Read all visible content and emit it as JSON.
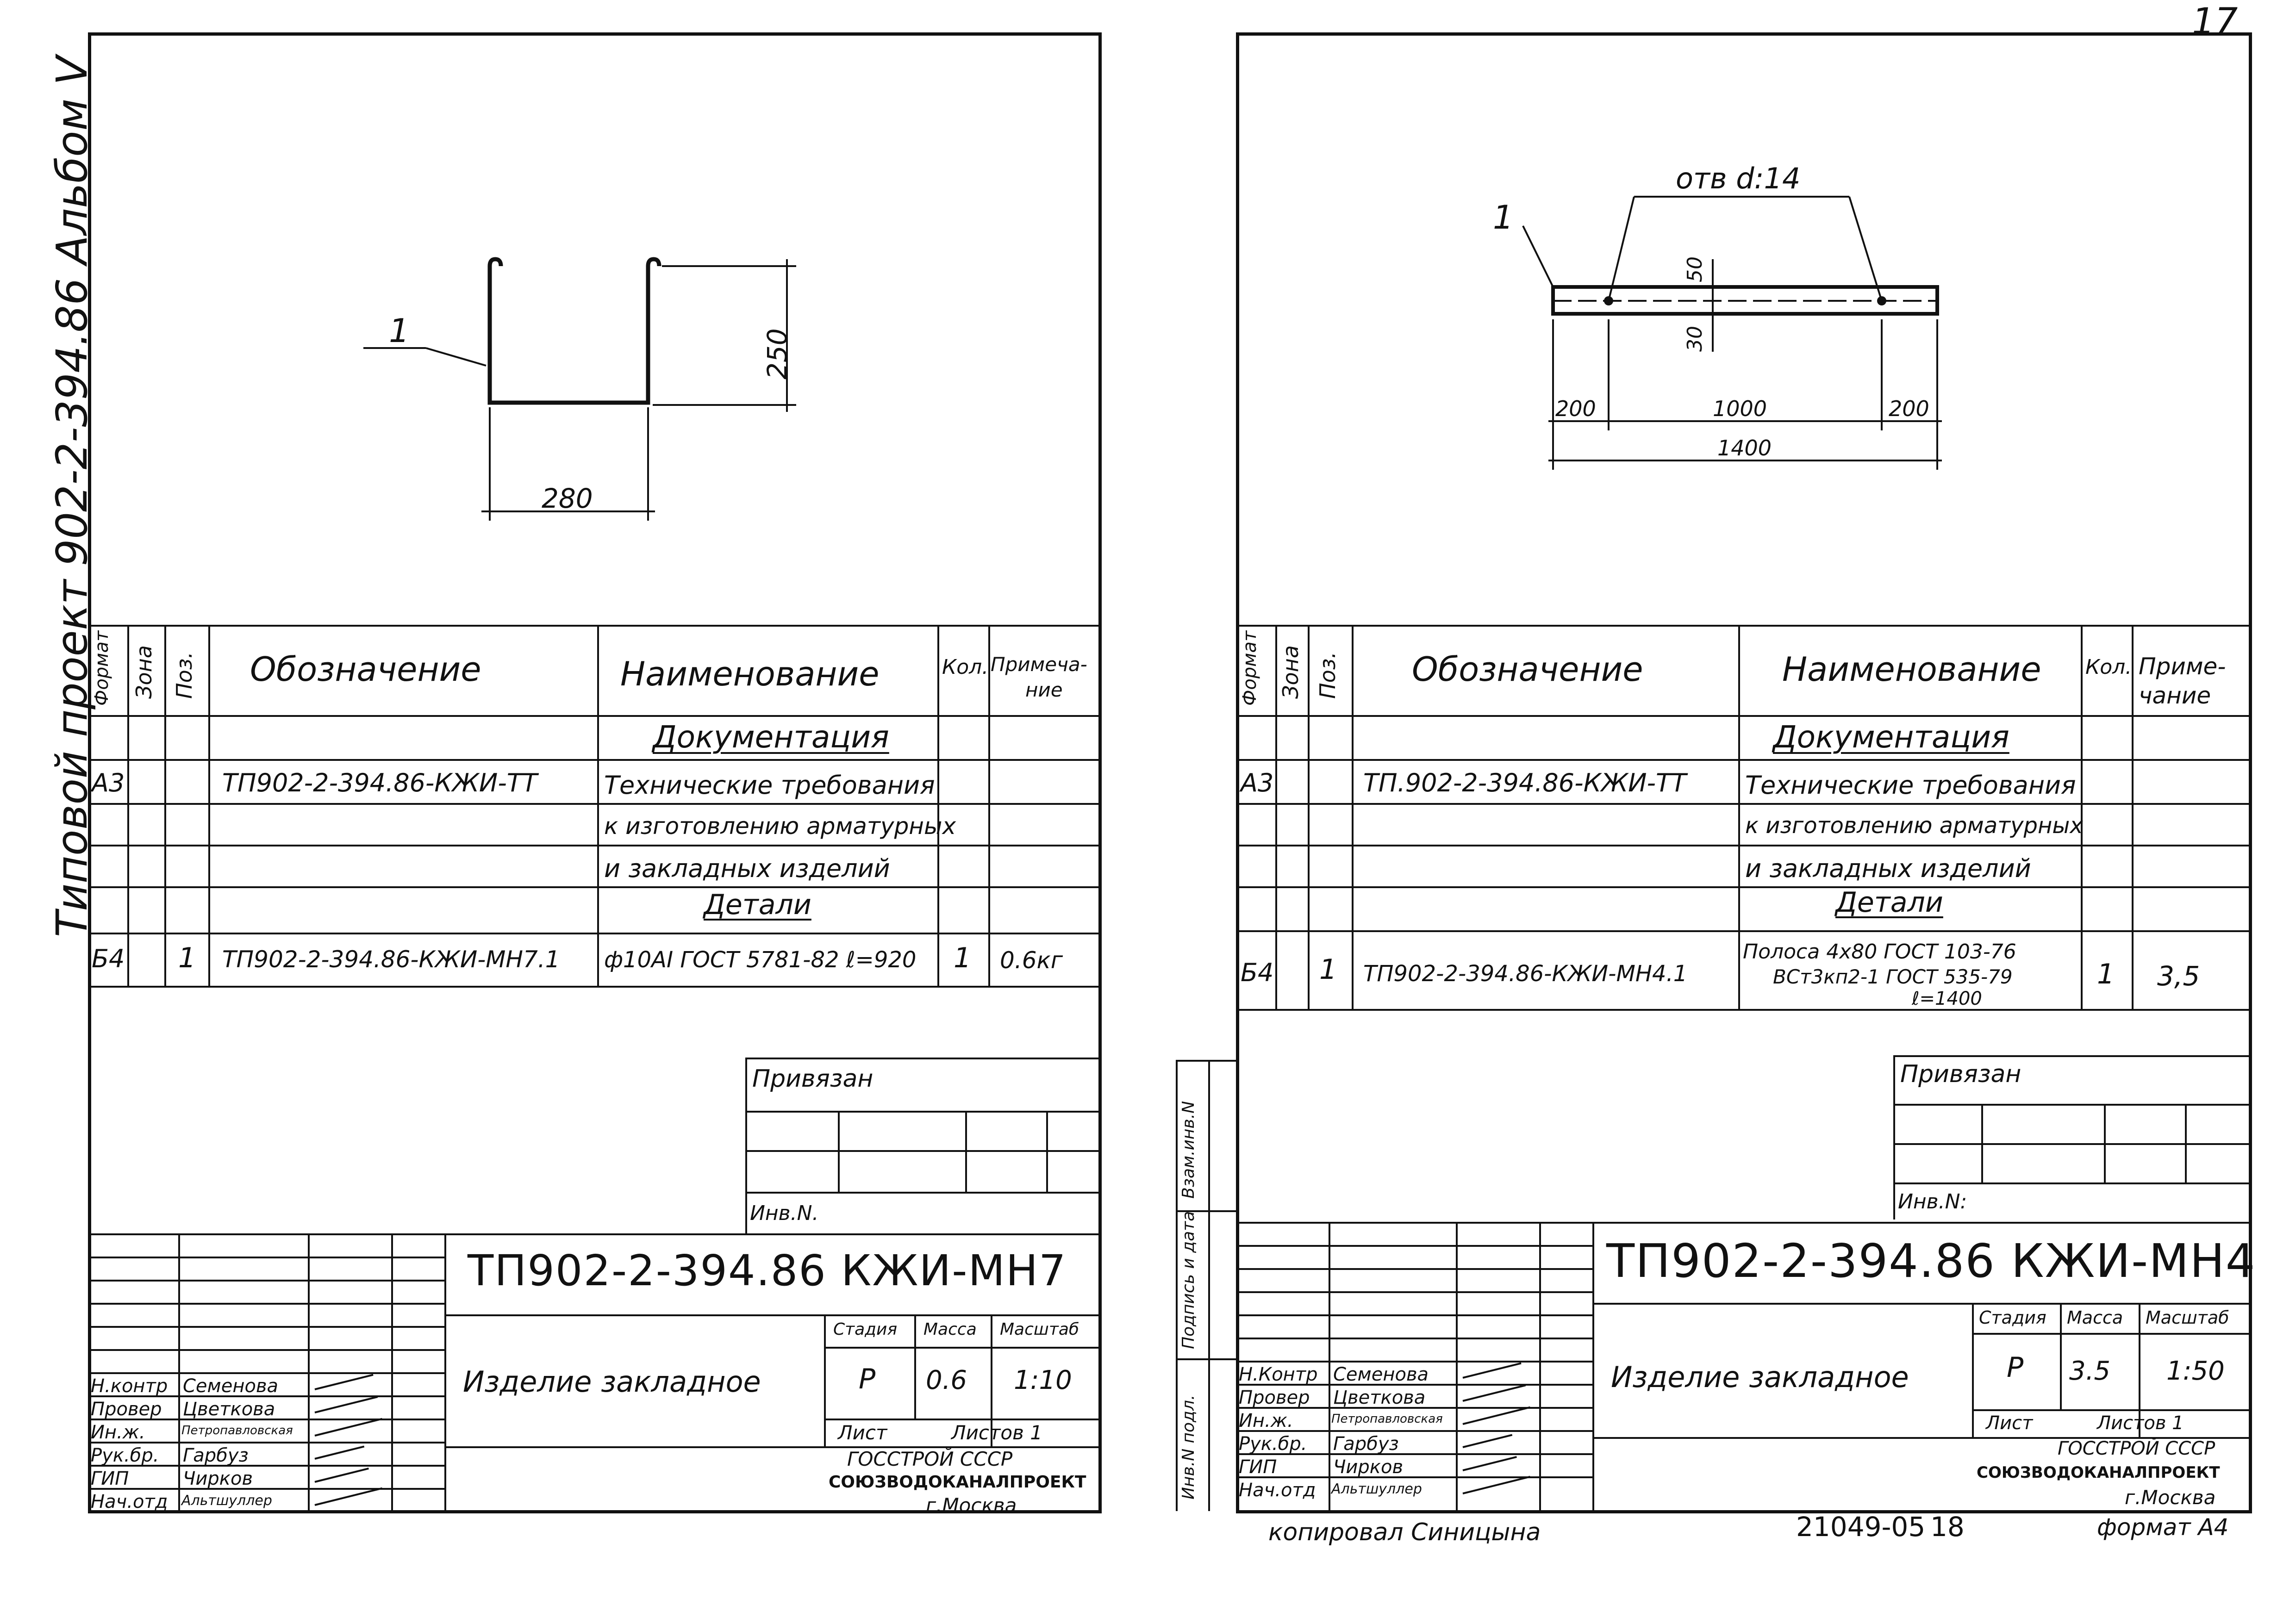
{
  "page": {
    "corner_number": "17",
    "side_title": "Типовой проект 902-2-394.86 Альбом V",
    "bottom_note_left": "копировал Синицына",
    "bottom_note_mid": "21049-05",
    "bottom_note_mid2": "18",
    "bottom_note_right": "формат А4"
  },
  "left_sheet": {
    "drawing": {
      "label_pos": "1",
      "dim_height": "250",
      "dim_width": "280"
    },
    "spec": {
      "headers": {
        "format": "Формат",
        "zone": "Зона",
        "pos": "Поз.",
        "designation": "Обозначение",
        "name": "Наименование",
        "qty": "Кол.",
        "note_a": "Примеча-",
        "note_b": "ние"
      },
      "section_docs": "Документация",
      "row_docs": {
        "format": "А3",
        "designation": "ТП902-2-394.86-КЖИ-ТТ",
        "name_1": "Технические требования",
        "name_2": "к изготовлению арматурных",
        "name_3": "и закладных изделий"
      },
      "section_details": "Детали",
      "row_detail": {
        "format": "Б4",
        "pos": "1",
        "designation": "ТП902-2-394.86-КЖИ-МН7.1",
        "name": "ф10АI ГОСТ 5781-82  ℓ=920",
        "qty": "1",
        "note": "0.6кг"
      }
    },
    "privyazan": "Привязан",
    "inv": "Инв.N.",
    "title_block": {
      "code": "ТП902-2-394.86   КЖИ-МН7",
      "item_name": "Изделие закладное",
      "stage_h": "Стадия",
      "mass_h": "Масса",
      "scale_h": "Масштаб",
      "stage": "Р",
      "mass": "0.6",
      "scale": "1:10",
      "sheet_h": "Лист",
      "sheets_h": "Листов 1",
      "org_1": "ГОССТРОЙ СССР",
      "org_2": "СОЮЗВОДОКАНАЛПРОЕКТ",
      "org_3": "г.Москва",
      "roles": [
        "Н.контр",
        "Провер",
        "Ин.ж.",
        "Рук.бр.",
        "ГИП",
        "Нач.отд"
      ],
      "names": [
        "Семенова",
        "Цветкова",
        "Петропавловская",
        "Гарбуз",
        "Чирков",
        "Альтшуллер"
      ]
    }
  },
  "right_sheet": {
    "drawing": {
      "label_pos": "1",
      "holes": "отв d:14",
      "dim_50": "50",
      "dim_30": "30",
      "dim_200a": "200",
      "dim_1000": "1000",
      "dim_200b": "200",
      "dim_1400": "1400"
    },
    "spec": {
      "headers": {
        "format": "Формат",
        "zone": "Зона",
        "pos": "Поз.",
        "designation": "Обозначение",
        "name": "Наименование",
        "qty": "Кол.",
        "note_a": "Приме-",
        "note_b": "чание"
      },
      "section_docs": "Документация",
      "row_docs": {
        "format": "А3",
        "designation": "ТП.902-2-394.86-КЖИ-ТТ",
        "name_1": "Технические требования",
        "name_2": "к изготовлению арматурных",
        "name_3": "и закладных изделий"
      },
      "section_details": "Детали",
      "row_detail": {
        "format": "Б4",
        "pos": "1",
        "designation": "ТП902-2-394.86-КЖИ-МН4.1",
        "name_1": "Полоса 4х80 ГОСТ 103-76",
        "name_2": "ВСт3кп2-1 ГОСТ 535-79",
        "name_3": "ℓ=1400",
        "qty": "1",
        "note": "3,5"
      }
    },
    "privyazan": "Привязан",
    "inv": "Инв.N:",
    "side_stamp": {
      "a": "Инв.N подл.",
      "b": "Подпись и дата",
      "c": "Взам.инв.N"
    },
    "title_block": {
      "code": "ТП902-2-394.86 КЖИ-МН4",
      "item_name": "Изделие закладное",
      "stage_h": "Стадия",
      "mass_h": "Масса",
      "scale_h": "Масштаб",
      "stage": "Р",
      "mass": "3.5",
      "scale": "1:50",
      "sheet_h": "Лист",
      "sheets_h": "Листов 1",
      "org_1": "ГОССТРОЙ СССР",
      "org_2": "СОЮЗВОДОКАНАЛПРОЕКТ",
      "org_3": "г.Москва",
      "roles": [
        "Н.Контр",
        "Провер",
        "Ин.ж.",
        "Рук.бр.",
        "ГИП",
        "Нач.отд"
      ],
      "names": [
        "Семенова",
        "Цветкова",
        "Петропавловская",
        "Гарбуз",
        "Чирков",
        "Альтшуллер"
      ]
    }
  }
}
